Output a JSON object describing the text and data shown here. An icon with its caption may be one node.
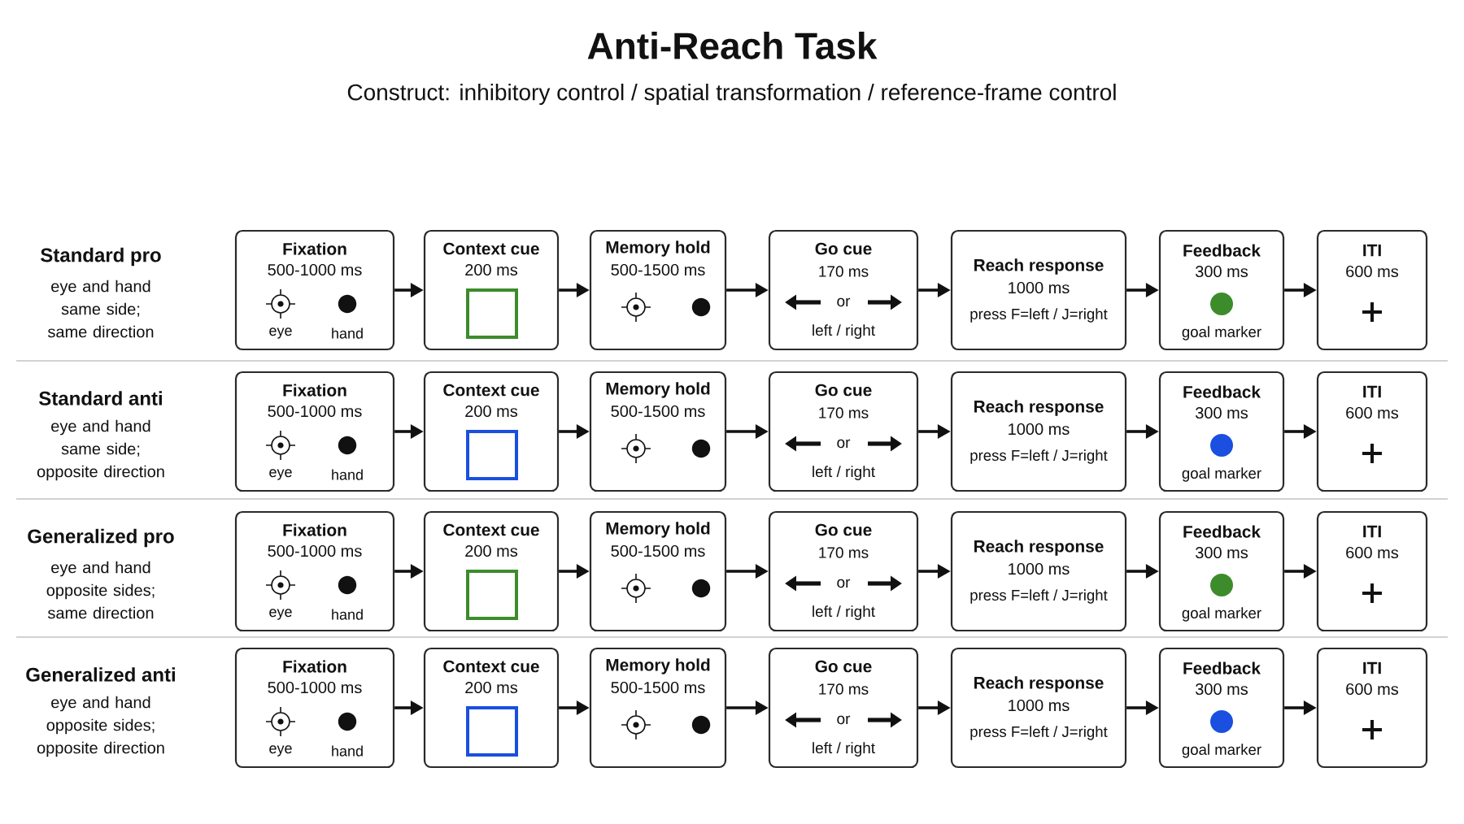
{
  "diagram": {
    "title": "Anti-Reach Task",
    "nodes": [
      {
        "text": [
          "Fixation",
          "500-1000 ms",
          "eye",
          "hand"
        ]
      },
      {
        "text": [
          "Context cue",
          "200 ms"
        ]
      },
      {
        "text": [
          "Memory hold",
          "500-1500 ms"
        ]
      },
      {
        "text": [
          "Go cue",
          "170 ms",
          "or",
          "left / right"
        ]
      },
      {
        "text": [
          "Reach response",
          "1000 ms",
          "press F=left / J=right"
        ]
      },
      {
        "text": [
          "Feedback",
          "300 ms",
          "goal marker"
        ]
      },
      {
        "text": [
          "ITI",
          "600 ms"
        ]
      },
      {
        "text": [
          "Fixation",
          "500-1000 ms",
          "eye",
          "hand"
        ]
      },
      {
        "text": [
          "Context cue",
          "200 ms"
        ]
      },
      {
        "text": [
          "Memory hold",
          "500-1500 ms"
        ]
      },
      {
        "text": [
          "Go cue",
          "170 ms",
          "or",
          "left / right"
        ]
      },
      {
        "text": [
          "Reach response",
          "1000 ms",
          "press F=left / J=right"
        ]
      },
      {
        "text": [
          "Feedback",
          "300 ms",
          "goal marker"
        ]
      },
      {
        "text": [
          "ITI",
          "600 ms"
        ]
      },
      {
        "text": [
          "Fixation",
          "500-1000 ms",
          "eye",
          "hand"
        ]
      },
      {
        "text": [
          "Context cue",
          "200 ms"
        ]
      },
      {
        "text": [
          "Memory hold",
          "500-1500 ms"
        ]
      },
      {
        "text": [
          "Go cue",
          "170 ms",
          "or",
          "left / right"
        ]
      },
      {
        "text": [
          "Reach response",
          "1000 ms",
          "press F=left / J=right"
        ]
      },
      {
        "text": [
          "Feedback",
          "300 ms",
          "goal marker"
        ]
      },
      {
        "text": [
          "ITI",
          "600 ms"
        ]
      },
      {
        "text": [
          "Fixation",
          "500-1000 ms",
          "eye",
          "hand"
        ]
      },
      {
        "text": [
          "Context cue",
          "200 ms"
        ]
      },
      {
        "text": [
          "Memory hold",
          "500-1500 ms"
        ]
      },
      {
        "text": [
          "Go cue",
          "170 ms",
          "or",
          "left / right"
        ]
      },
      {
        "text": [
          "Reach response",
          "1000 ms",
          "press F=left / J=right"
        ]
      },
      {
        "text": [
          "Feedback",
          "300 ms",
          "goal marker"
        ]
      },
      {
        "text": [
          "ITI",
          "600 ms"
        ]
      }
    ],
    "edges": [
      {
        "from": 0,
        "to": 1,
        "arrow": "to"
      },
      {
        "from": 1,
        "to": 2,
        "arrow": "to"
      },
      {
        "from": 2,
        "to": 3,
        "arrow": "to"
      },
      {
        "from": 3,
        "to": 4,
        "arrow": "to"
      },
      {
        "from": 4,
        "to": 5,
        "arrow": "to"
      },
      {
        "from": 5,
        "to": 6,
        "arrow": "to"
      },
      {
        "from": 7,
        "to": 8,
        "arrow": "to"
      },
      {
        "from": 8,
        "to": 9,
        "arrow": "to"
      },
      {
        "from": 9,
        "to": 10,
        "arrow": "to"
      },
      {
        "from": 10,
        "to": 11,
        "arrow": "to"
      },
      {
        "from": 11,
        "to": 12,
        "arrow": "to"
      },
      {
        "from": 12,
        "to": 13,
        "arrow": "to"
      },
      {
        "from": 14,
        "to": 15,
        "arrow": "to"
      },
      {
        "from": 15,
        "to": 16,
        "arrow": "to"
      },
      {
        "from": 16,
        "to": 17,
        "arrow": "to"
      },
      {
        "from": 17,
        "to": 18,
        "arrow": "to"
      },
      {
        "from": 18,
        "to": 19,
        "arrow": "to"
      },
      {
        "from": 19,
        "to": 20,
        "arrow": "to"
      },
      {
        "from": 21,
        "to": 22,
        "arrow": "to"
      },
      {
        "from": 22,
        "to": 23,
        "arrow": "to"
      },
      {
        "from": 23,
        "to": 24,
        "arrow": "to"
      },
      {
        "from": 24,
        "to": 25,
        "arrow": "to"
      },
      {
        "from": 25,
        "to": 26,
        "arrow": "to"
      },
      {
        "from": 26,
        "to": 27,
        "arrow": "to"
      }
    ],
    "labels": [
      "Construct: inhibitory control / spatial transformation / reference-frame control",
      "Standard pro",
      "eye and hand same side; same direction",
      "Standard anti",
      "eye and hand same side; opposite direction",
      "Generalized pro",
      "eye and hand opposite sides; same direction",
      "Generalized anti",
      "eye and hand opposite sides; opposite direction"
    ]
  }
}
